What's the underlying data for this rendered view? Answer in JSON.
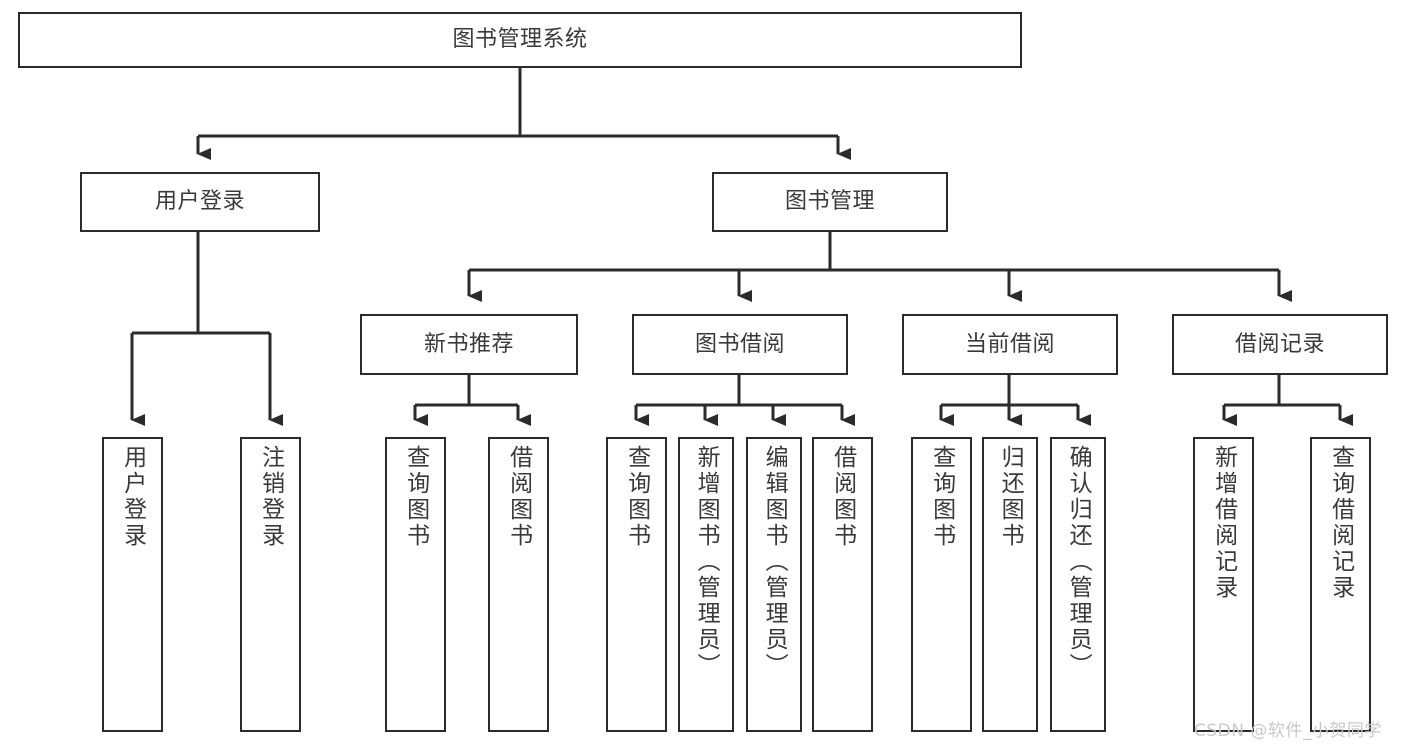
{
  "diagram": {
    "type": "tree",
    "title": "图书管理系统",
    "orientation": "top-down",
    "colors": {
      "background": "#ffffff",
      "node_border": "#2b2b2b",
      "node_fill": "#ffffff",
      "text": "#3a3a3a",
      "edge": "#2b2b2b",
      "watermark": "#c9c9c9"
    }
  },
  "nodes": {
    "root": {
      "label": "图书管理系统"
    },
    "level2": [
      {
        "label": "用户登录"
      },
      {
        "label": "图书管理"
      }
    ],
    "level3": [
      {
        "label": "新书推荐"
      },
      {
        "label": "图书借阅"
      },
      {
        "label": "当前借阅"
      },
      {
        "label": "借阅记录"
      }
    ],
    "leaves": {
      "user_login": [
        {
          "label": "用户登录"
        },
        {
          "label": "注销登录"
        }
      ],
      "new_book": [
        {
          "label": "查询图书"
        },
        {
          "label": "借阅图书"
        }
      ],
      "book_borrow": [
        {
          "label": "查询图书"
        },
        {
          "label": "新增图书（管理员）"
        },
        {
          "label": "编辑图书（管理员）"
        },
        {
          "label": "借阅图书"
        }
      ],
      "current_borrow": [
        {
          "label": "查询图书"
        },
        {
          "label": "归还图书"
        },
        {
          "label": "确认归还（管理员）"
        }
      ],
      "borrow_record": [
        {
          "label": "新增借阅记录"
        },
        {
          "label": "查询借阅记录"
        }
      ]
    }
  },
  "watermark": {
    "text": "CSDN @软件_小贺同学"
  }
}
